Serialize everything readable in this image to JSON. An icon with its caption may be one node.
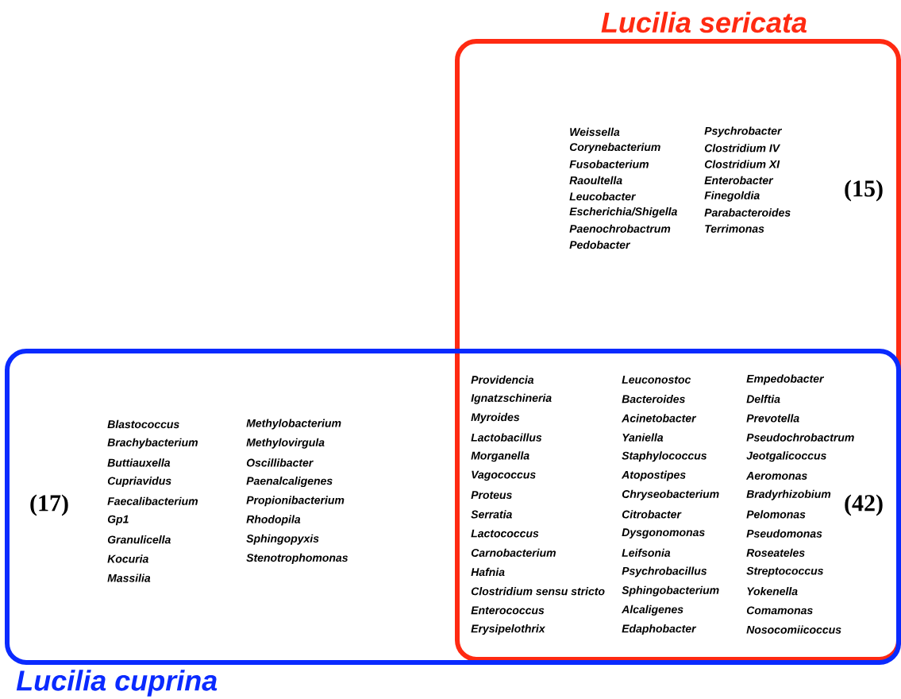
{
  "diagram": {
    "nodes": [
      {
        "text": [
          "Lucilia sericata"
        ]
      },
      {
        "text": [
          "Lucilia cuprina"
        ]
      }
    ],
    "labels": [
      "Weissella",
      "Corynebacterium",
      "Fusobacterium",
      "Raoultella",
      "Leucobacter",
      "Escherichia/Shigella",
      "Paenochrobactrum",
      "Pedobacter",
      "Psychrobacter",
      "Clostridium IV",
      "Clostridium XI",
      "Enterobacter",
      "Finegoldia",
      "Parabacteroides",
      "Terrimonas",
      "(15)",
      "(17)",
      "Blastococcus",
      "Brachybacterium",
      "Buttiauxella",
      "Cupriavidus",
      "Faecalibacterium",
      "Gp1",
      "Granulicella",
      "Kocuria",
      "Massilia",
      "Methylobacterium",
      "Methylovirgula",
      "Oscillibacter",
      "Paenalcaligenes",
      "Propionibacterium",
      "Rhodopila",
      "Sphingopyxis",
      "Stenotrophomonas",
      "Providencia",
      "Ignatzschineria",
      "Myroides",
      "Lactobacillus",
      "Morganella",
      "Vagococcus",
      "Proteus",
      "Serratia",
      "Lactococcus",
      "Carnobacterium",
      "Hafnia",
      "Clostridium sensu stricto",
      "Enterococcus",
      "Erysipelothrix",
      "Leuconostoc",
      "Bacteroides",
      "Acinetobacter",
      "Yaniella",
      "Staphylococcus",
      "Atopostipes",
      "Chryseobacterium",
      "Citrobacter",
      "Dysgonomonas",
      "Leifsonia",
      "Psychrobacillus",
      "Sphingobacterium",
      "Alcaligenes",
      "Edaphobacter",
      "Empedobacter",
      "Delftia",
      "Prevotella",
      "Pseudochrobactrum",
      "Jeotgalicoccus",
      "Aeromonas",
      "Bradyrhizobium",
      "Pelomonas",
      "Pseudomonas",
      "Roseateles",
      "Streptococcus",
      "Yokenella",
      "Comamonas",
      "Nosocomiicoccus",
      "(42)"
    ]
  }
}
